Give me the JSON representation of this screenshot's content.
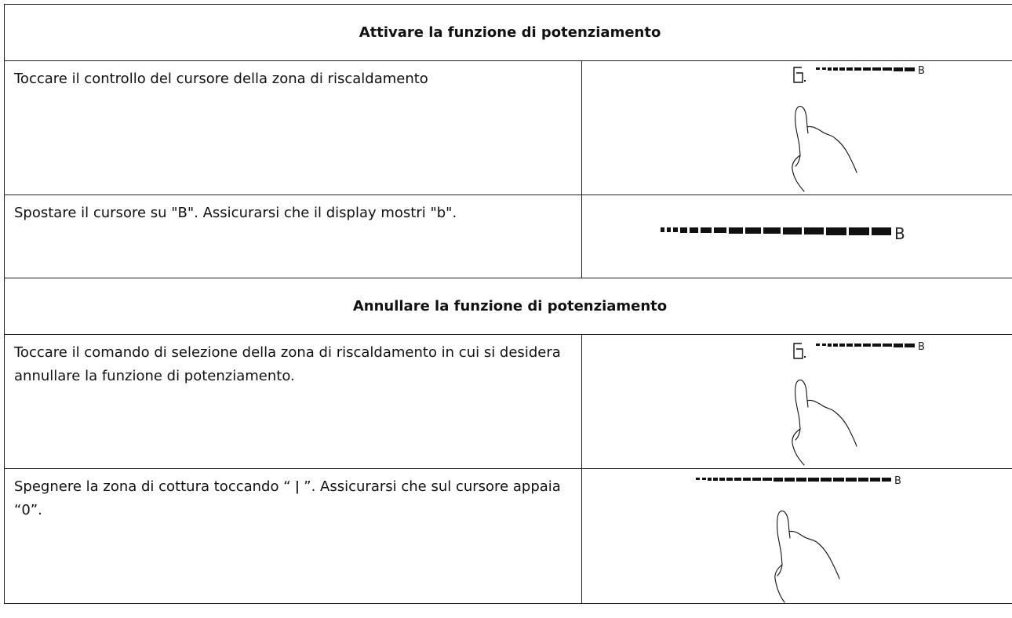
{
  "sections": [
    {
      "title": "Attivare la funzione di potenziamento",
      "steps": [
        {
          "text": "Toccare il controllo del cursore della zona di riscaldamento",
          "digit_icon": true,
          "hand_icon": true,
          "slider_end_label": "B"
        },
        {
          "text": "Spostare il cursore su \"B\". Assicurarsi che il display mostri \"b\".",
          "digit_icon": false,
          "hand_icon": false,
          "slider_end_label": "B"
        }
      ]
    },
    {
      "title": "Annullare la funzione di potenziamento",
      "steps": [
        {
          "text": "Toccare il comando di selezione della zona di riscaldamento in cui si desidera annullare la funzione di potenziamento.",
          "digit_icon": true,
          "hand_icon": true,
          "slider_end_label": "B"
        },
        {
          "text": "Spegnere la zona di cottura toccando “ ǀ ”. Assicurarsi che sul cursore appaia “0”.",
          "digit_icon": false,
          "hand_icon": true,
          "slider_end_label": "B"
        }
      ]
    }
  ]
}
